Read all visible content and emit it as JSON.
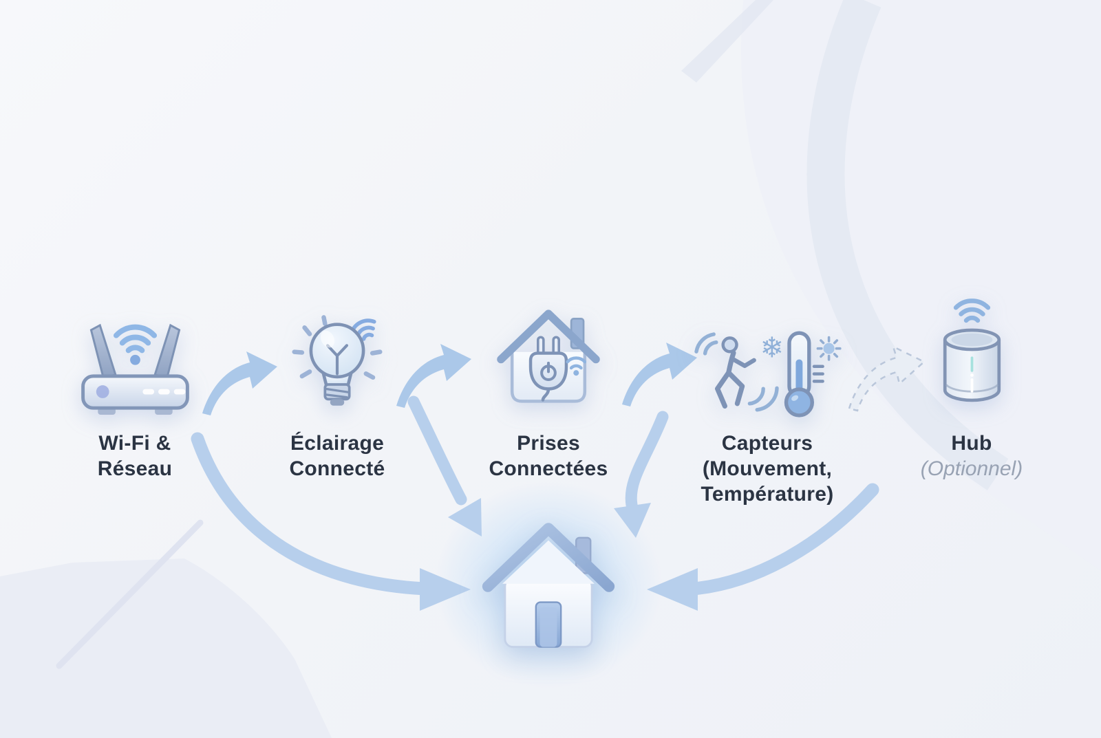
{
  "diagram": {
    "steps": [
      {
        "id": "wifi-router",
        "label": "Wi-Fi &\nRéseau",
        "icon": "wifi-router-icon"
      },
      {
        "id": "smart-lighting",
        "label": "Éclairage\nConnecté",
        "icon": "smart-bulb-icon"
      },
      {
        "id": "smart-plugs",
        "label": "Prises\nConnectées",
        "icon": "smart-plug-house-icon"
      },
      {
        "id": "sensors",
        "label": "Capteurs\n(Mouvement,\nTempérature)",
        "icon": "motion-temperature-sensors-icon"
      },
      {
        "id": "hub",
        "label": "Hub",
        "sublabel": "(Optionnel)",
        "icon": "smart-hub-speaker-icon",
        "optional": true
      }
    ],
    "center": {
      "id": "home",
      "icon": "home-icon"
    },
    "connections": [
      {
        "from": "wifi-router",
        "to": "smart-lighting",
        "style": "solid"
      },
      {
        "from": "smart-lighting",
        "to": "smart-plugs",
        "style": "solid"
      },
      {
        "from": "smart-plugs",
        "to": "sensors",
        "style": "solid"
      },
      {
        "from": "sensors",
        "to": "hub",
        "style": "dashed-optional"
      },
      {
        "from": "wifi-router",
        "to": "home",
        "style": "solid"
      },
      {
        "from": "smart-lighting",
        "to": "home",
        "style": "solid"
      },
      {
        "from": "smart-plugs",
        "to": "home",
        "style": "solid"
      },
      {
        "from": "sensors",
        "to": "home",
        "style": "solid"
      }
    ],
    "colors": {
      "background": "#f2f4f8",
      "arrow": "#abc8e9",
      "arrow_dashed_fill": "#e9eef5",
      "arrow_dashed_stroke": "#b9c6da",
      "icon_stroke": "#7e93b6",
      "icon_fill": "#dfe9f5",
      "wifi_wave": "#8fb4e0",
      "label_text": "#2b3443",
      "muted_text": "#98a2b3",
      "home_glow": "#bedaf7"
    }
  }
}
